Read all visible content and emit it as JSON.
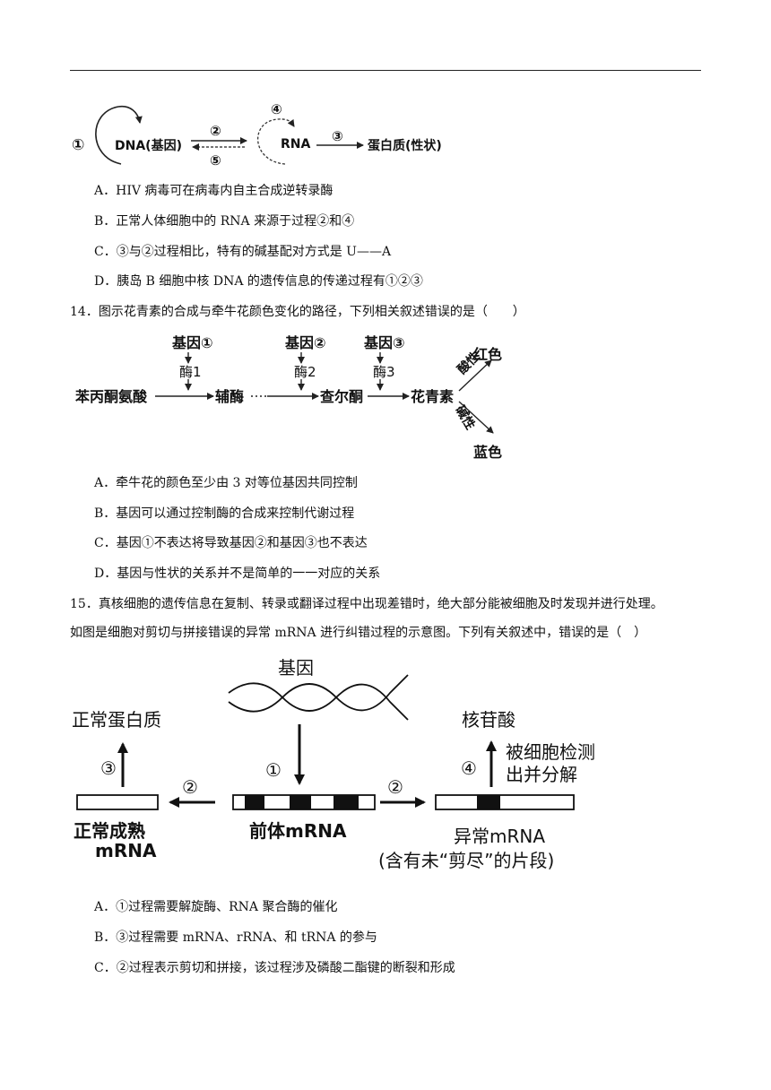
{
  "fig13": {
    "p1": "①",
    "dna": "DNA(基因)",
    "p2": "②",
    "p5": "⑤",
    "p4": "④",
    "rna": "RNA",
    "p3": "③",
    "protein": "蛋白质(性状)"
  },
  "q13_options": {
    "a": "A．HIV 病毒可在病毒内自主合成逆转录酶",
    "b": "B．正常人体细胞中的 RNA 来源于过程②和④",
    "c": "C．③与②过程相比，特有的碱基配对方式是 U——A",
    "d": "D．胰岛 B 细胞中核 DNA 的遗传信息的传递过程有①②③"
  },
  "q14": {
    "stem": "14．图示花青素的合成与牵牛花颜色变化的路径，下列相关叙述错误的是（　　）",
    "fig": {
      "gene1": "基因①",
      "gene2": "基因②",
      "gene3": "基因③",
      "enzyme1": "酶1",
      "enzyme2": "酶2",
      "enzyme3": "酶3",
      "substrate": "苯丙酮氨酸",
      "coenzyme": "辅酶",
      "chalcone": "查尔酮",
      "anthocyanin": "花青素",
      "acidic": "酸性",
      "alkaline": "碱性",
      "red": "红色",
      "blue": "蓝色"
    },
    "options": {
      "a": "A．牵牛花的颜色至少由 3 对等位基因共同控制",
      "b": "B．基因可以通过控制酶的合成来控制代谢过程",
      "c": "C．基因①不表达将导致基因②和基因③也不表达",
      "d": "D．基因与性状的关系并不是简单的一一对应的关系"
    }
  },
  "q15": {
    "stem_line1": "15．真核细胞的遗传信息在复制、转录或翻译过程中出现差错时，绝大部分能被细胞及时发现并进行处理。",
    "stem_line2": "如图是细胞对剪切与拼接错误的异常 mRNA 进行纠错过程的示意图。下列有关叙述中，错误的是（　）",
    "fig": {
      "gene": "基因",
      "normal_protein": "正常蛋白质",
      "nucleotide": "核苷酸",
      "detect1": "被细胞检测",
      "detect2": "出并分解",
      "s1": "①",
      "s2a": "②",
      "s2b": "②",
      "s3": "③",
      "s4": "④",
      "mature1": "正常成熟",
      "mature2": "mRNA",
      "precursor": "前体mRNA",
      "abnormal": "异常mRNA",
      "abnormal_note": "(含有未“剪尽”的片段)"
    },
    "options": {
      "a": "A．①过程需要解旋酶、RNA 聚合酶的催化",
      "b": "B．③过程需要 mRNA、rRNA、和 tRNA 的参与",
      "c": "C．②过程表示剪切和拼接，该过程涉及磷酸二酯键的断裂和形成"
    }
  }
}
